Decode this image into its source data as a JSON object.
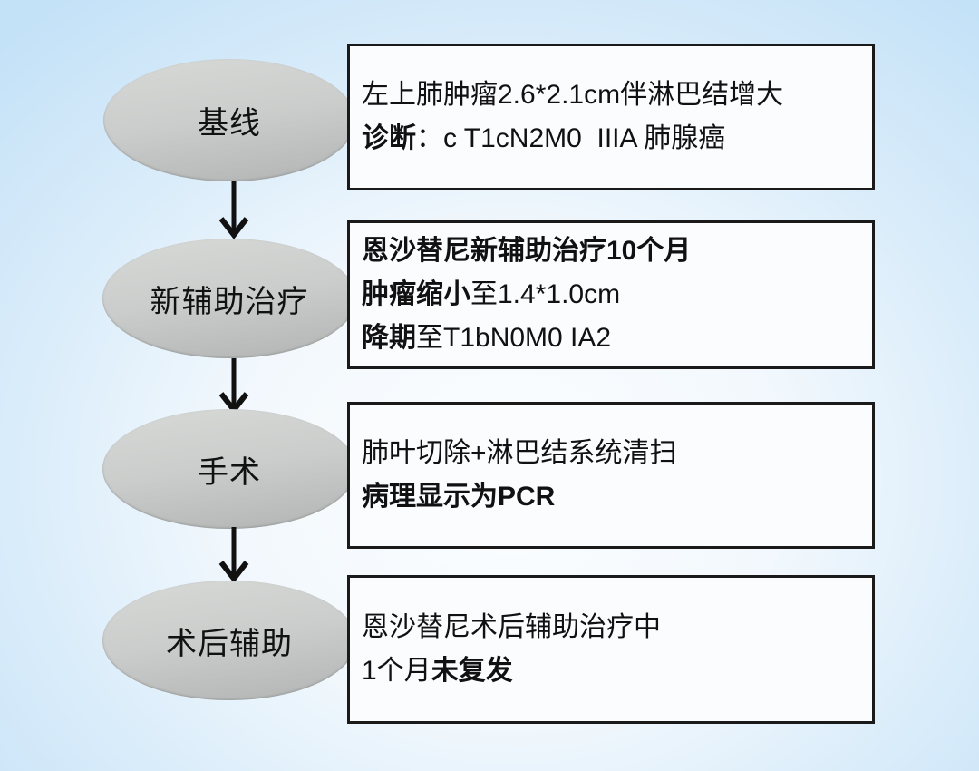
{
  "colors": {
    "background_edge": "#c3e1f7",
    "background_center": "#fdfefe",
    "ellipse_gray_top": "#d7d9d7",
    "ellipse_gray_bottom": "#b1b4b3",
    "box_background": "#fbfcfe",
    "box_border": "#1a1a1a",
    "text": "#111111",
    "arrow": "#111111"
  },
  "flow": {
    "stages": [
      {
        "label": "基线",
        "box_lines": [
          {
            "segments": [
              {
                "text": "左上肺肿瘤2.6*2.1cm伴淋巴结增大",
                "bold": false
              }
            ]
          },
          {
            "segments": [
              {
                "text": "诊断",
                "bold": true
              },
              {
                "text": "：c T1cN2M0  IIIA 肺腺癌",
                "bold": false
              }
            ]
          }
        ]
      },
      {
        "label": "新辅助治疗",
        "box_lines": [
          {
            "segments": [
              {
                "text": "恩沙替尼新辅助治疗10个月",
                "bold": true
              }
            ]
          },
          {
            "segments": [
              {
                "text": "肿瘤缩小",
                "bold": true
              },
              {
                "text": "至1.4*1.0cm",
                "bold": false
              }
            ]
          },
          {
            "segments": [
              {
                "text": "降期",
                "bold": true
              },
              {
                "text": "至T1bN0M0 IA2",
                "bold": false
              }
            ]
          }
        ]
      },
      {
        "label": "手术",
        "box_lines": [
          {
            "segments": [
              {
                "text": "肺叶切除+淋巴结系统清扫",
                "bold": false
              }
            ]
          },
          {
            "segments": [
              {
                "text": "病理显示为PCR",
                "bold": true
              }
            ]
          }
        ]
      },
      {
        "label": "术后辅助",
        "box_lines": [
          {
            "segments": [
              {
                "text": "恩沙替尼术后辅助治疗中",
                "bold": false
              }
            ]
          },
          {
            "segments": [
              {
                "text": "1个月",
                "bold": false
              },
              {
                "text": "未复发",
                "bold": true
              }
            ]
          }
        ]
      }
    ]
  }
}
